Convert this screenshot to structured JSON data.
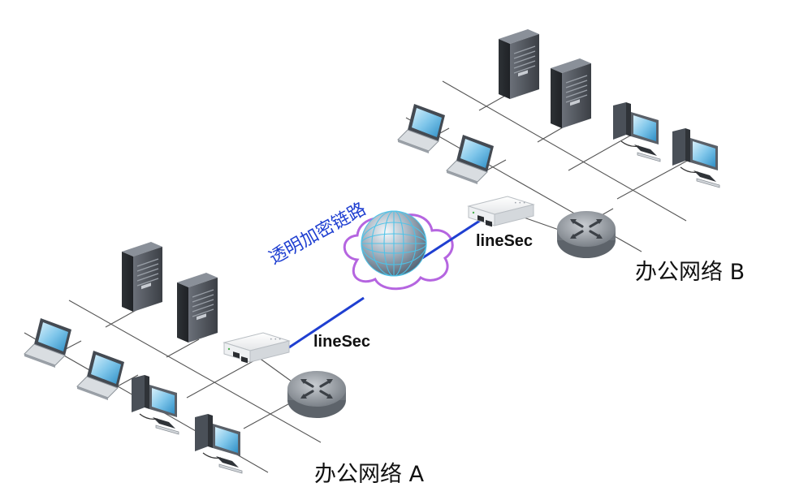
{
  "labels": {
    "link": "透明加密链路",
    "device_a": "lineSec",
    "device_b": "lineSec",
    "network_a": "办公网络 A",
    "network_b": "办公网络 B"
  },
  "colors": {
    "link_line": "#1f3fd1",
    "link_label": "#1f3fd1",
    "cloud_outline": "#b565e0",
    "cable": "#555555",
    "server_body": "#4a4f56",
    "router_body": "#8e949b",
    "screen": "#9ed4f0"
  },
  "icons": [
    "server-icon",
    "laptop-icon",
    "desktop-icon",
    "router-icon",
    "encryptor-icon",
    "globe-icon",
    "cloud-icon"
  ]
}
